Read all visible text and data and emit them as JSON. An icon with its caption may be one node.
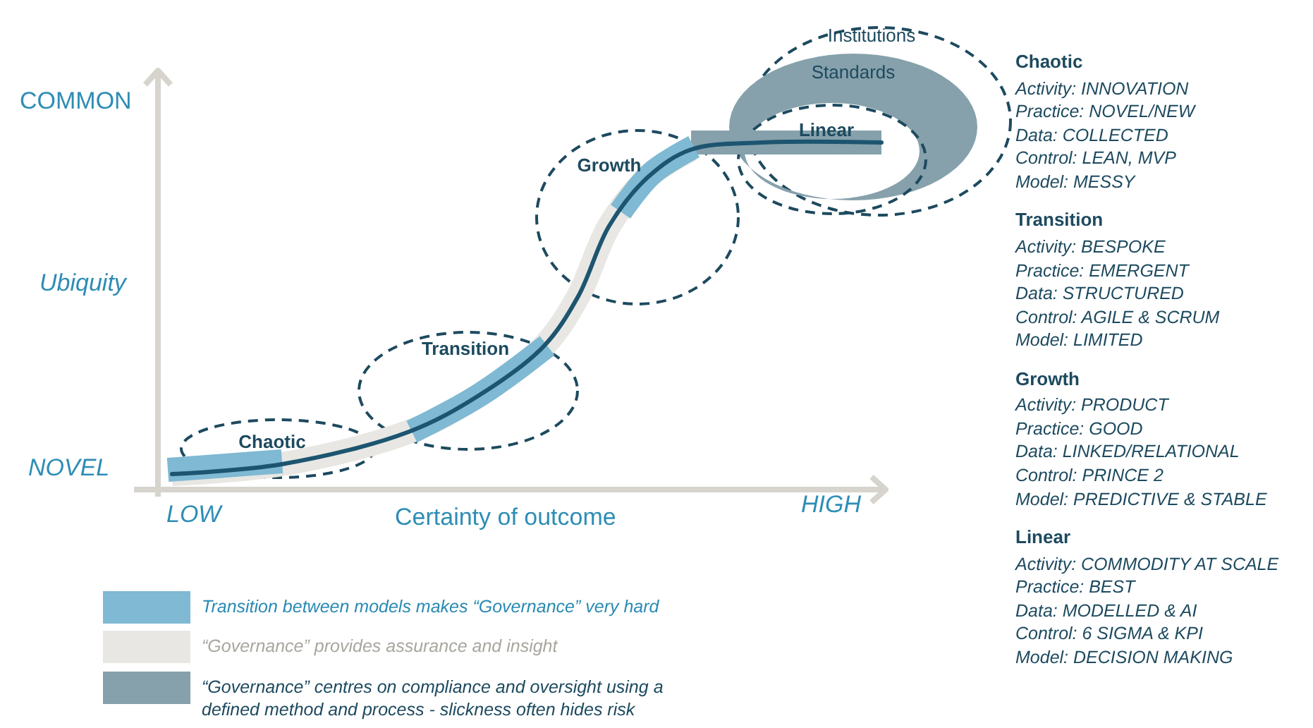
{
  "diagram": {
    "nodes": [
      {
        "text": [
          "Chaotic"
        ]
      },
      {
        "text": [
          "Transition"
        ]
      },
      {
        "text": [
          "Growth"
        ]
      },
      {
        "text": [
          "Institutions"
        ]
      },
      {
        "text": [
          "Standards"
        ],
        "in": 3
      },
      {
        "text": [
          "Linear"
        ],
        "in": 3
      }
    ],
    "labels": [
      "COMMON",
      "Ubiquity",
      "NOVEL",
      "LOW",
      "Certainty of outcome",
      "HIGH",
      "Chaotic",
      "Activity: INNOVATION",
      "Practice: NOVEL/NEW",
      "Data: COLLECTED",
      "Control: LEAN, MVP",
      "Model: MESSY",
      "Transition",
      "Activity: BESPOKE",
      "Practice: EMERGENT",
      "Data: STRUCTURED",
      "Control: AGILE & SCRUM",
      "Model: LIMITED",
      "Growth",
      "Activity: PRODUCT",
      "Practice: GOOD",
      "Data: LINKED/RELATIONAL",
      "Control: PRINCE 2",
      "Model: PREDICTIVE & STABLE",
      "Linear",
      "Activity: COMMODITY AT SCALE",
      "Practice: BEST",
      "Data: MODELLED & AI",
      "Control: 6 SIGMA & KPI",
      "Model: DECISION MAKING"
    ],
    "legend": [
      {
        "text": "Transition between models makes “Governance” very hard",
        "color": "#7fb9d3"
      },
      {
        "text": "“Governance” provides assurance and insight",
        "color": "#e8e7e3"
      },
      {
        "text": "“Governance” centres on compliance and oversight using a defined method and process - slickness often hides risk",
        "color": "#86a1ac"
      }
    ]
  }
}
